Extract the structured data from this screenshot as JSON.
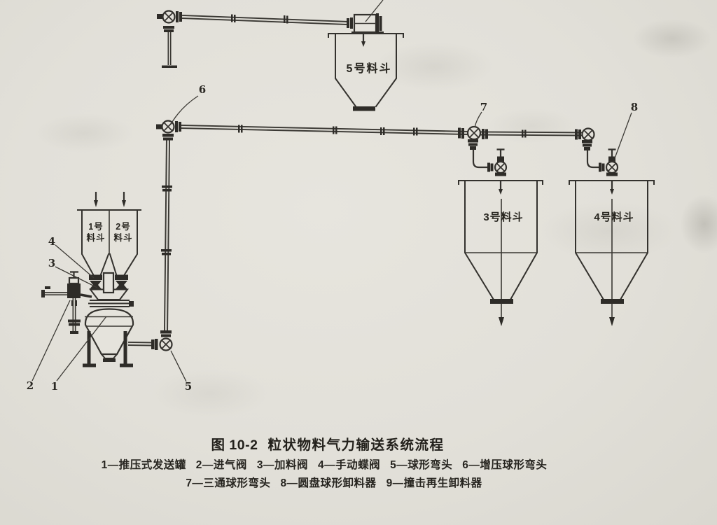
{
  "figure": {
    "caption_no": "图 10-2",
    "caption_title": "粒状物料气力输送系统流程",
    "legend_line1": [
      "1—推压式发送罐",
      "2—进气阀",
      "3—加料阀",
      "4—手动蝶阀",
      "5—球形弯头",
      "6—增压球形弯头"
    ],
    "legend_line2": [
      "7—三通球形弯头",
      "8—圆盘球形卸料器",
      "9—撞击再生卸料器"
    ]
  },
  "diagram": {
    "hoppers": {
      "hopper1_line1": "1号",
      "hopper1_line2": "料斗",
      "hopper2_line1": "2号",
      "hopper2_line2": "料斗",
      "hopper3": "3号料斗",
      "hopper4": "4号料斗",
      "hopper5": "5号料斗"
    },
    "callouts": [
      "1",
      "2",
      "3",
      "4",
      "5",
      "6",
      "7",
      "8"
    ],
    "colors": {
      "paper": "#e2e0d9",
      "ink": "#34322e"
    }
  }
}
